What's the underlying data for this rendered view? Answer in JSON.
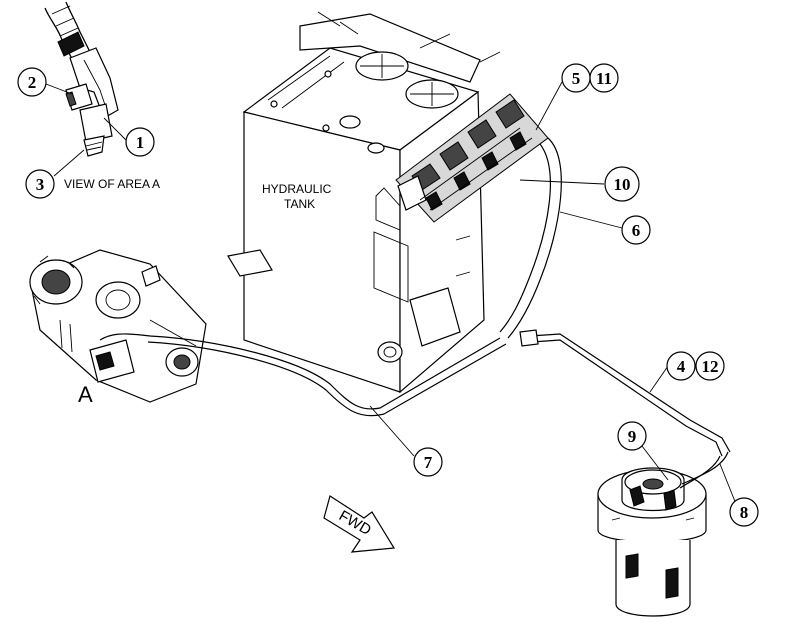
{
  "labels": {
    "tank_line1": "HYDRAULIC",
    "tank_line2": "TANK",
    "view_of_area": "VIEW OF AREA  A",
    "area_letter": "A",
    "fwd": "FWD"
  },
  "callouts": [
    {
      "id": "c1",
      "text": "1"
    },
    {
      "id": "c2",
      "text": "2"
    },
    {
      "id": "c3",
      "text": "3"
    },
    {
      "id": "c4",
      "text": "4"
    },
    {
      "id": "c5",
      "text": "5"
    },
    {
      "id": "c6",
      "text": "6"
    },
    {
      "id": "c7",
      "text": "7"
    },
    {
      "id": "c8",
      "text": "8"
    },
    {
      "id": "c9",
      "text": "9"
    },
    {
      "id": "c10",
      "text": "10"
    },
    {
      "id": "c11",
      "text": "11"
    },
    {
      "id": "c12",
      "text": "12"
    }
  ]
}
